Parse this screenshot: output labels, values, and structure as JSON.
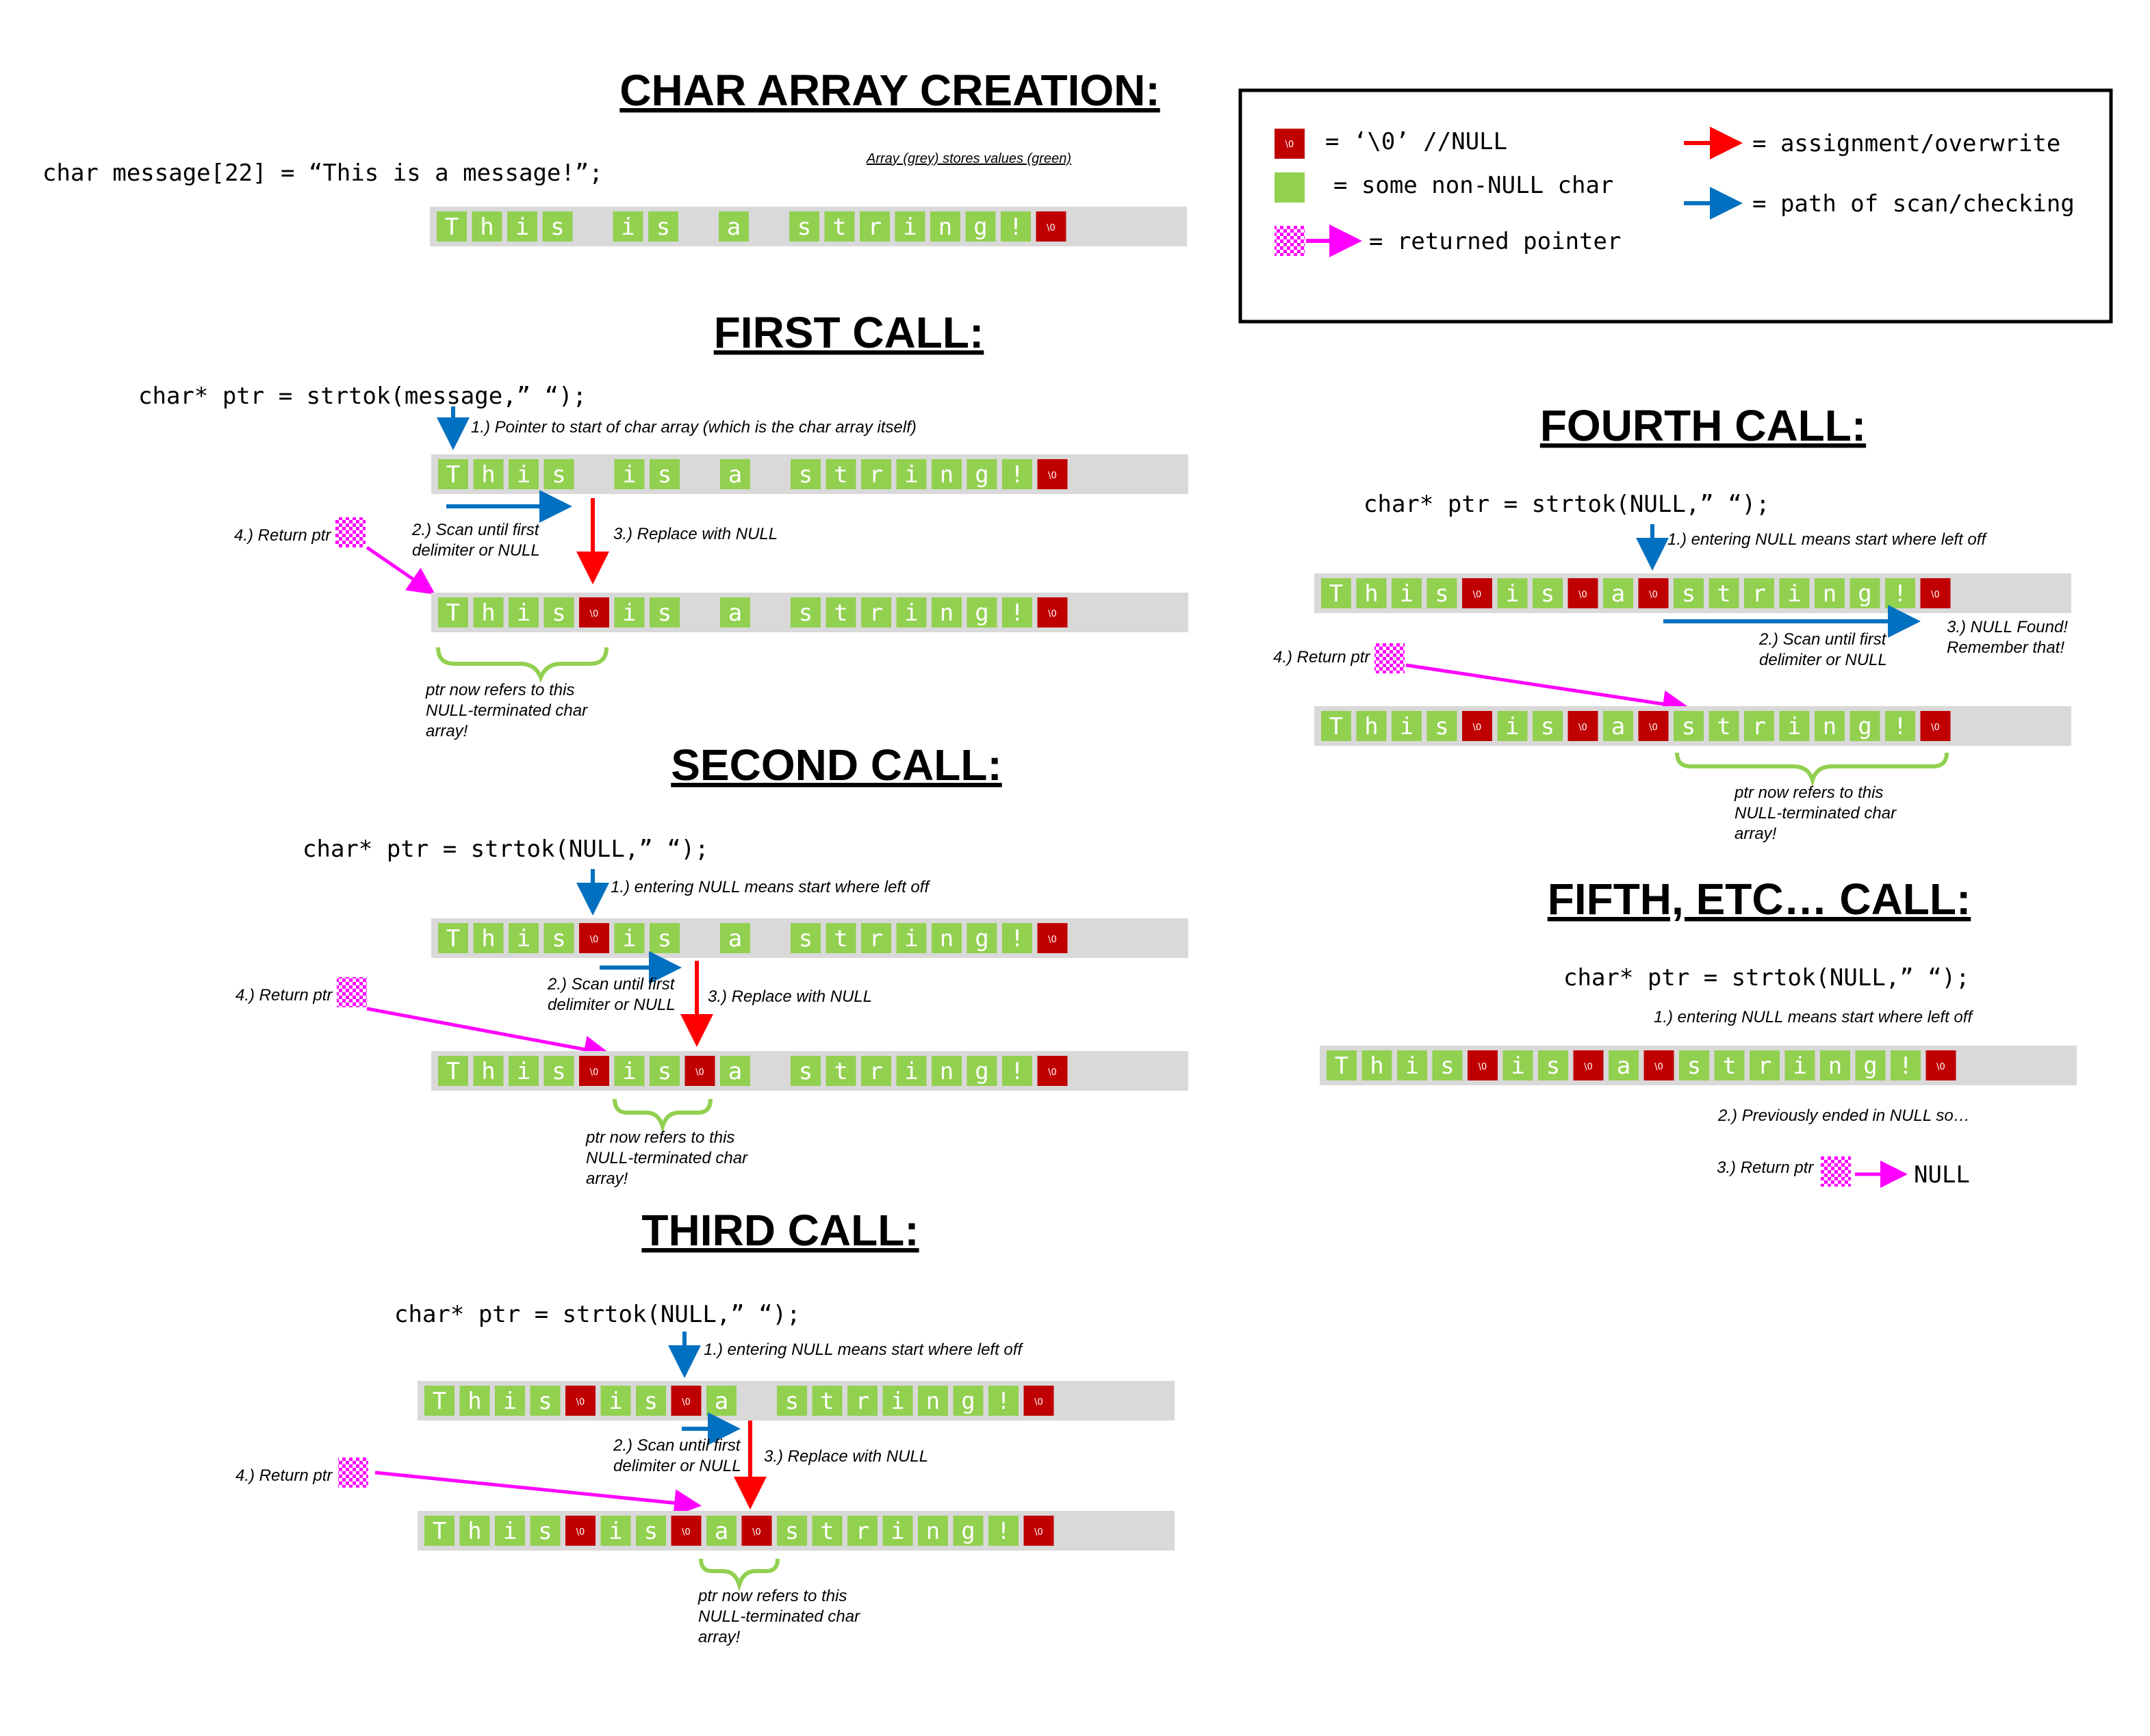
{
  "colors": {
    "char": "#92d050",
    "null": "#c00000",
    "bar": "#d9d9d9",
    "assign": "#ff0000",
    "scan": "#0070c0",
    "pointer": "#ff00ff",
    "brace": "#92d050"
  },
  "array_chars": [
    "T",
    "h",
    "i",
    "s",
    " ",
    "i",
    "s",
    " ",
    "a",
    " ",
    "s",
    "t",
    "r",
    "i",
    "n",
    "g",
    "!",
    "\u0000"
  ],
  "null_glyph": "\\0",
  "legend": {
    "null_label": "= ‘\\0’ //NULL",
    "char_label": "= some non-NULL char",
    "pointer_label": "= returned pointer",
    "assign_label": "= assignment/overwrite",
    "scan_label": "= path of scan/checking"
  },
  "sections": {
    "creation": {
      "title": "CHAR ARRAY CREATION:",
      "code": "char message[22] = “This is a message!”;",
      "note": "Array (grey) stores values (green)",
      "nulls": []
    },
    "first": {
      "title": "FIRST CALL:",
      "code": "char* ptr = strtok(message,” “);",
      "step1": "1.) Pointer to start of char array (which is the char array itself)",
      "step2a": "2.) Scan until first",
      "step2b": "delimiter or NULL",
      "step3": "3.) Replace with NULL",
      "step4": "4.) Return ptr",
      "result_a": "ptr now refers to this",
      "result_b": "NULL-terminated char",
      "result_c": "array!",
      "nulls_before": [],
      "nulls_after": [
        4
      ]
    },
    "second": {
      "title": "SECOND CALL:",
      "code": "char* ptr = strtok(NULL,” “);",
      "step1": "1.) entering NULL means start where left off",
      "step2a": "2.) Scan until first",
      "step2b": "delimiter or NULL",
      "step3": "3.) Replace with NULL",
      "step4": "4.) Return ptr",
      "result_a": "ptr now refers to this",
      "result_b": "NULL-terminated char",
      "result_c": "array!",
      "nulls_before": [
        4
      ],
      "nulls_after": [
        4,
        7
      ]
    },
    "third": {
      "title": "THIRD CALL:",
      "code": "char* ptr = strtok(NULL,” “);",
      "step1": "1.) entering NULL means start where left off",
      "step2a": "2.) Scan until first",
      "step2b": "delimiter or NULL",
      "step3": "3.) Replace with NULL",
      "step4": "4.) Return ptr",
      "result_a": "ptr now refers to this",
      "result_b": "NULL-terminated char",
      "result_c": "array!",
      "nulls_before": [
        4,
        7
      ],
      "nulls_after": [
        4,
        7,
        9
      ]
    },
    "fourth": {
      "title": "FOURTH CALL:",
      "code": "char* ptr = strtok(NULL,” “);",
      "step1": "1.) entering NULL means start where left off",
      "step2a": "2.) Scan until first",
      "step2b": "delimiter or NULL",
      "step3a": "3.) NULL Found!",
      "step3b": "Remember that!",
      "step4": "4.) Return ptr",
      "result_a": "ptr now refers to this",
      "result_b": "NULL-terminated char",
      "result_c": "array!",
      "nulls_before": [
        4,
        7,
        9
      ],
      "nulls_after": [
        4,
        7,
        9
      ]
    },
    "fifth": {
      "title": "FIFTH, ETC… CALL:",
      "code": "char* ptr = strtok(NULL,” “);",
      "step1": "1.) entering NULL means start where left off",
      "step2": "2.) Previously ended in NULL so…",
      "step3": "3.) Return ptr",
      "result": "NULL",
      "nulls": [
        4,
        7,
        9
      ]
    }
  }
}
